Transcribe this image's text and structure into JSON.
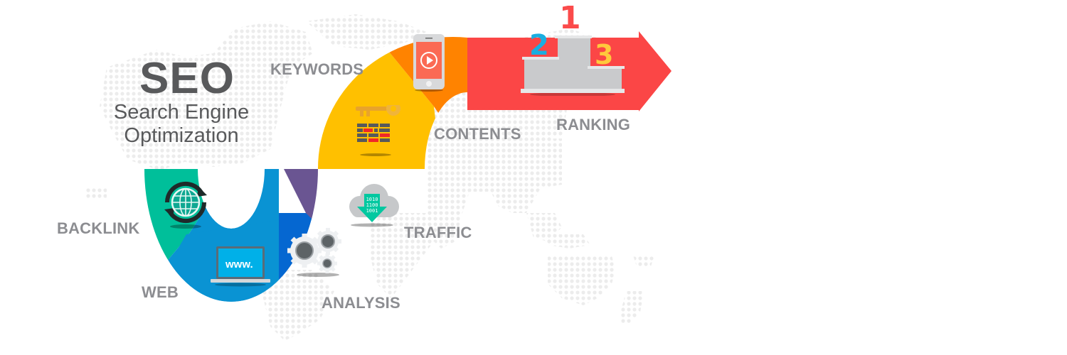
{
  "title": {
    "main": "SEO",
    "subtitle_line1": "Search Engine",
    "subtitle_line2": "Optimization"
  },
  "steps": [
    {
      "id": "backlink",
      "label": "BACKLINK",
      "color": "#00bf9a",
      "icon": "globe-sync-icon"
    },
    {
      "id": "web",
      "label": "WEB",
      "color": "#0a93d3",
      "icon": "laptop-icon",
      "icon_text": "www."
    },
    {
      "id": "analysis",
      "label": "ANALYSIS",
      "color": "#0567d1",
      "icon": "gears-icon"
    },
    {
      "id": "traffic",
      "label": "TRAFFIC",
      "color": "#6a5592",
      "icon": "cloud-download-icon",
      "icon_text": [
        "1010",
        "1100",
        "1001"
      ]
    },
    {
      "id": "keywords",
      "label": "KEYWORDS",
      "color": "#ffc000",
      "icon": "key-wall-icon"
    },
    {
      "id": "contents",
      "label": "CONTENTS",
      "color": "#ff8300",
      "icon": "mobile-video-icon"
    },
    {
      "id": "ranking",
      "label": "RANKING",
      "color": "#fb4646",
      "icon": "podium-icon"
    }
  ],
  "podium": {
    "first": "1",
    "second": "2",
    "third": "3",
    "first_color": "#fb4b4b",
    "second_color": "#1aaee0",
    "third_color": "#ffc93c"
  },
  "colors": {
    "label_gray": "#8c8d91",
    "title_gray": "#58595b",
    "map_dots": "#ececec"
  }
}
